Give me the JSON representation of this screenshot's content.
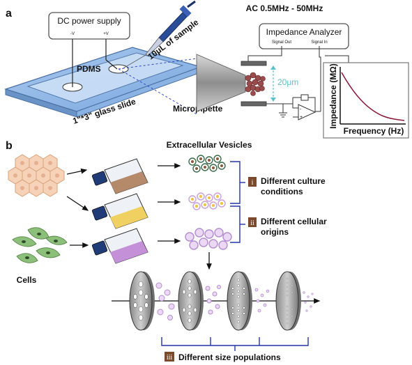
{
  "panel_a": {
    "letter": "a",
    "dc_power_supply": "DC power supply",
    "dc_minus": "-V",
    "dc_plus": "+V",
    "ac_label": "AC 0.5MHz - 50MHz",
    "impedance_analyzer": "Impedance Analyzer",
    "signal_out": "Signal Out",
    "signal_in": "Signal In",
    "sample_label": "10μL of sample",
    "pdms_label": "PDMS",
    "glass_slide_label": "1\"*3\" glass slide",
    "micropipette_label": "Micropipette",
    "gap_label": "20μm",
    "graph_ylabel": "Impedance (MΩ)",
    "graph_xlabel": "Frequency (Hz)",
    "curve_color": "#8b1538"
  },
  "panel_b": {
    "letter": "b",
    "ev_title": "Extracellular Vesicles",
    "cells_label": "Cells",
    "note_i_num": "i",
    "note_i_l1": "Different culture",
    "note_i_l2": "conditions",
    "note_ii_num": "ii",
    "note_ii_l1": "Different cellular",
    "note_ii_l2": "origins",
    "note_iii_num": "iii",
    "note_iii_text": "Different size populations",
    "flask_colors": [
      "#b58a6a",
      "#f0d060",
      "#c490d8"
    ],
    "bracket_color": "#2233aa"
  }
}
